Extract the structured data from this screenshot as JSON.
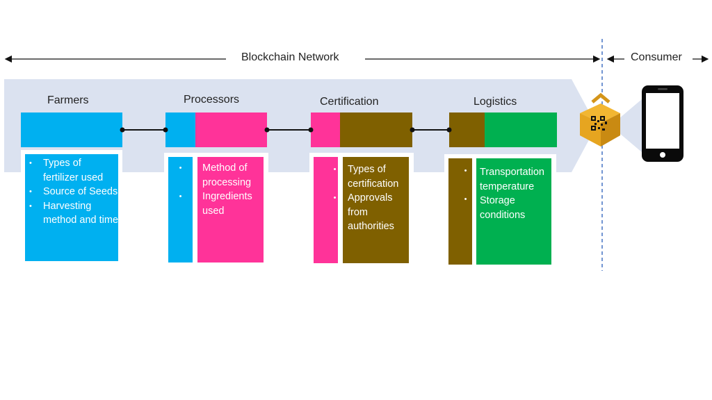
{
  "top": {
    "network_label": "Blockchain Network",
    "consumer_label": "Consumer"
  },
  "colors": {
    "band": "#dbe2f0",
    "blue": "#00b0f0",
    "pink": "#ff3399",
    "olive": "#7f6000",
    "green": "#00b050",
    "divider": "#4472c4",
    "package": "#e6a520"
  },
  "stages": {
    "farmers": {
      "title": "Farmers",
      "items": [
        "Types of fertilizer used",
        "Source of Seeds",
        "Harvesting method and time"
      ]
    },
    "processors": {
      "title": "Processors",
      "items": [
        "Method of processing",
        "Ingredients used"
      ]
    },
    "certification": {
      "title": "Certification",
      "items": [
        "Types of certification",
        "Approvals from authorities"
      ]
    },
    "logistics": {
      "title": "Logistics",
      "items": [
        "Transportation temperature",
        "Storage conditions"
      ]
    }
  },
  "icons": {
    "package": "qr-package-icon",
    "phone": "smartphone-icon"
  }
}
